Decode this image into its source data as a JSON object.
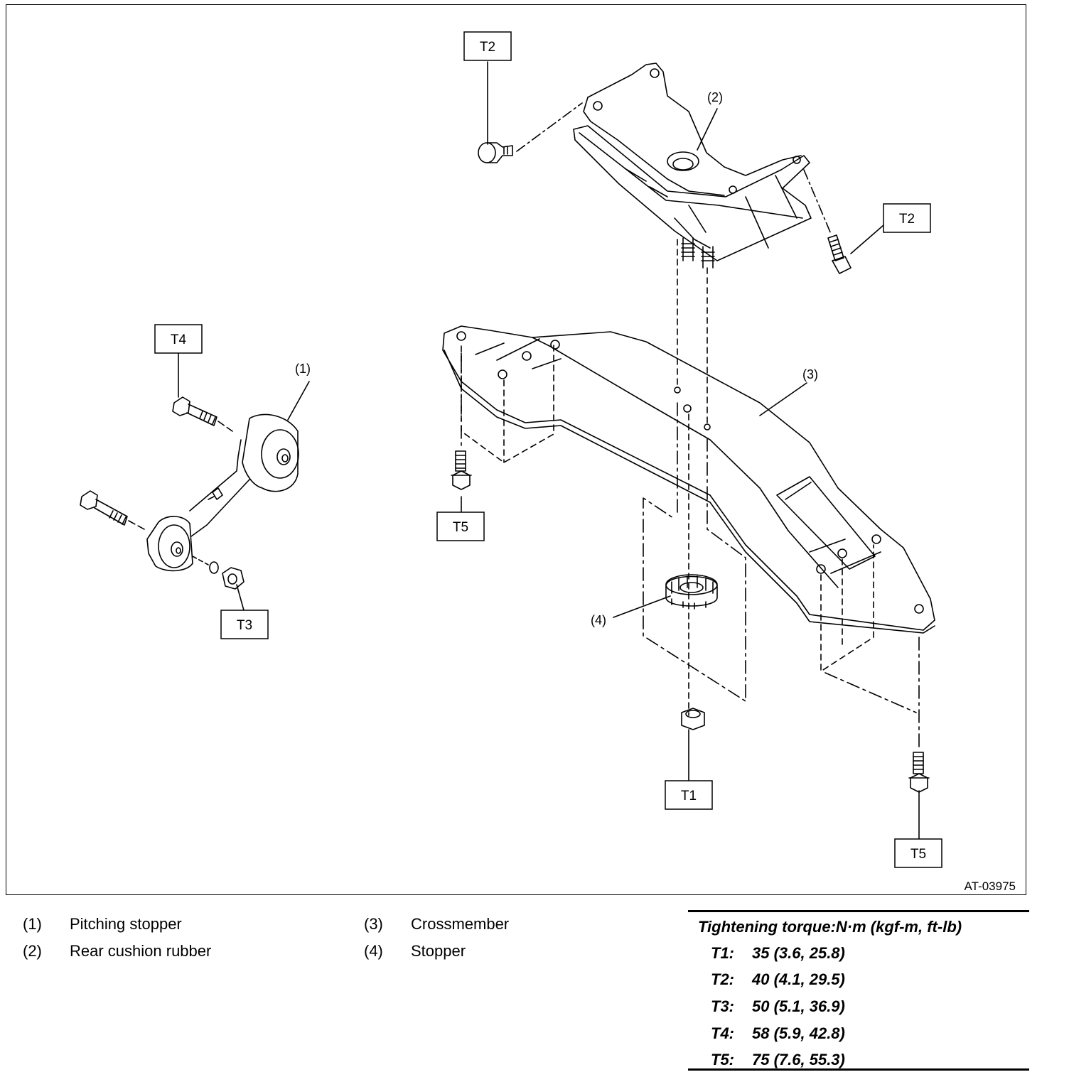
{
  "figure": {
    "id": "AT-03975",
    "torque_boxes": [
      "T2",
      "T2",
      "T4",
      "T5",
      "T3",
      "T1",
      "T5"
    ],
    "callouts": [
      "(1)",
      "(2)",
      "(3)",
      "(4)"
    ]
  },
  "legend": [
    {
      "num": "(1)",
      "label": "Pitching stopper"
    },
    {
      "num": "(2)",
      "label": "Rear cushion rubber"
    },
    {
      "num": "(3)",
      "label": "Crossmember"
    },
    {
      "num": "(4)",
      "label": "Stopper"
    }
  ],
  "torque": {
    "title": "Tightening torque:N·m (kgf-m, ft-lb)",
    "rows": [
      {
        "id": "T1:",
        "value": "35 (3.6, 25.8)"
      },
      {
        "id": "T2:",
        "value": "40 (4.1, 29.5)"
      },
      {
        "id": "T3:",
        "value": "50 (5.1, 36.9)"
      },
      {
        "id": "T4:",
        "value": "58 (5.9, 42.8)"
      },
      {
        "id": "T5:",
        "value": "75 (7.6, 55.3)"
      }
    ]
  }
}
